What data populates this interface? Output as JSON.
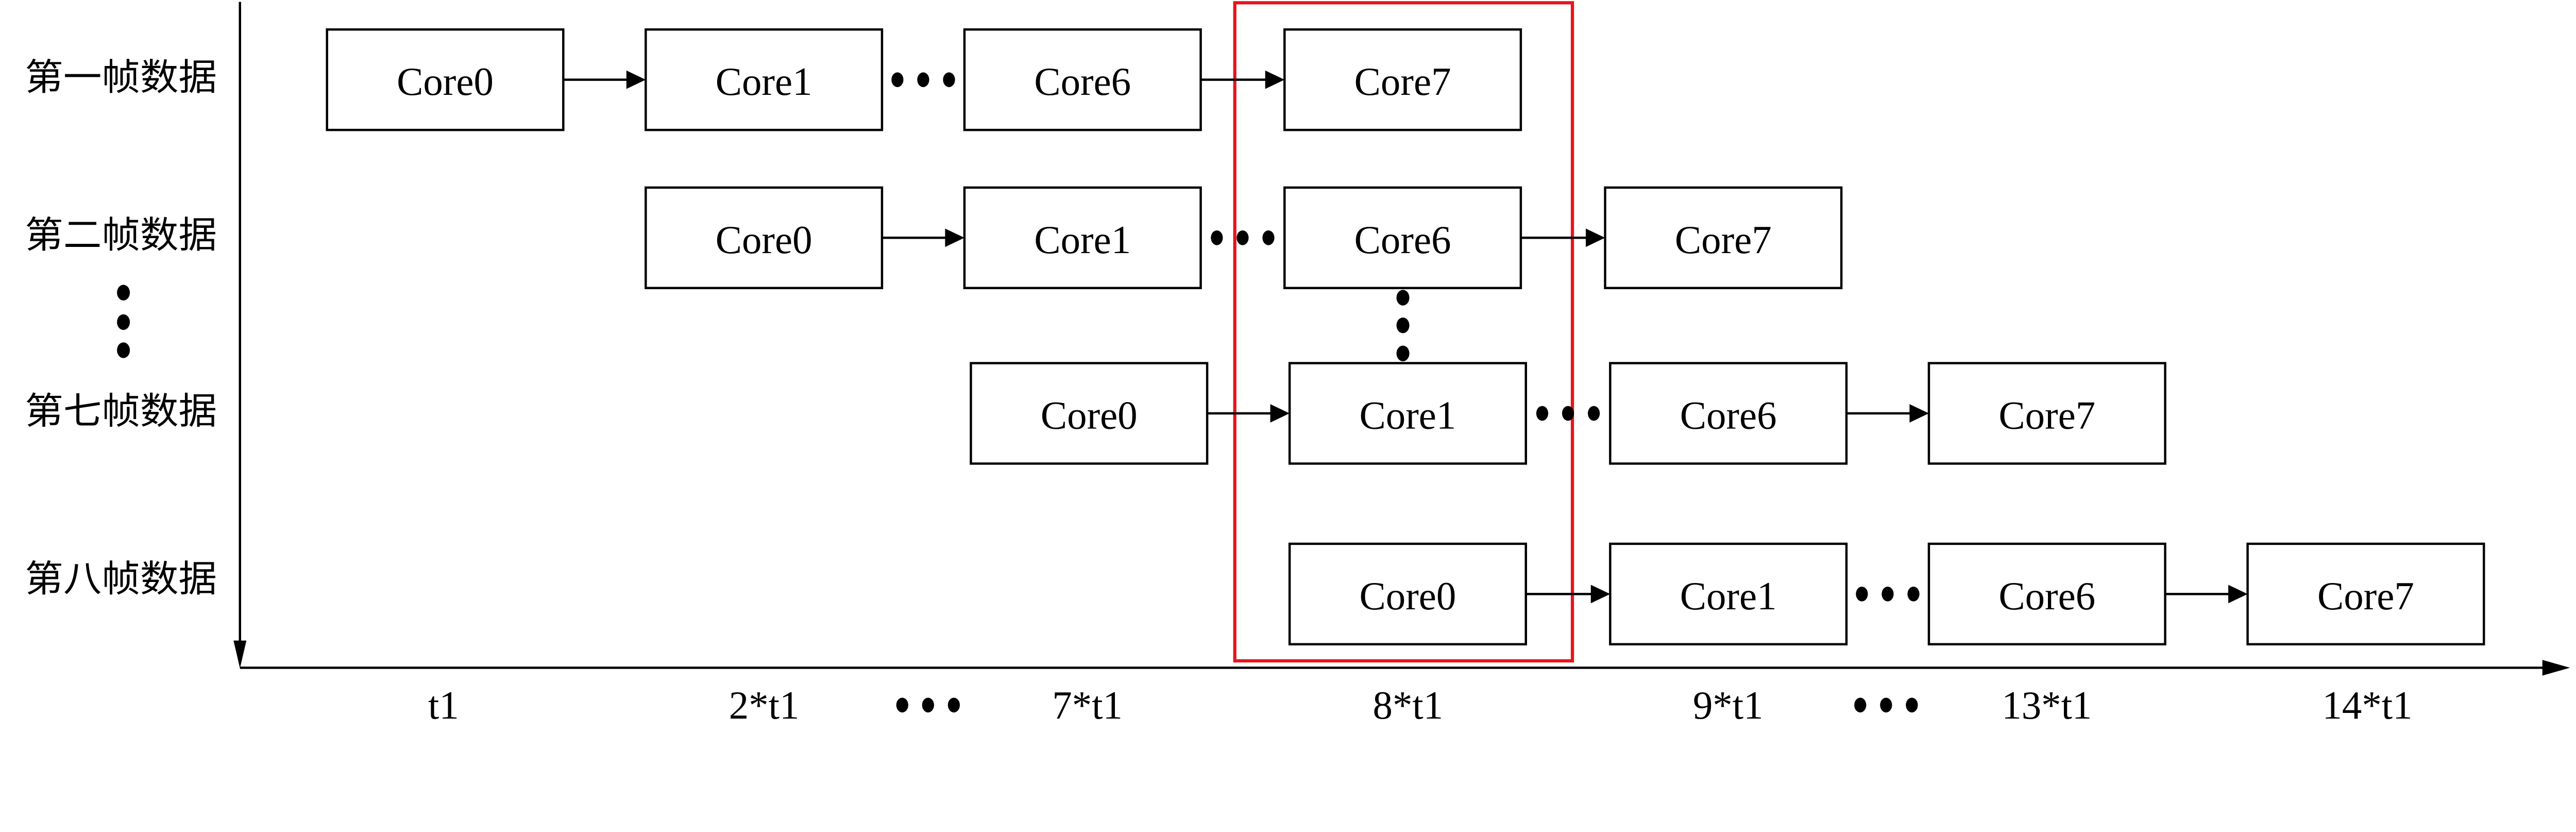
{
  "rows": [
    {
      "label": "第一帧数据",
      "cells": [
        "Core0",
        "Core1",
        "Core6",
        "Core7"
      ],
      "connectors": [
        "arrow",
        "dots",
        "arrow"
      ]
    },
    {
      "label": "第二帧数据",
      "cells": [
        "Core0",
        "Core1",
        "Core6",
        "Core7"
      ],
      "connectors": [
        "arrow",
        "dots",
        "arrow"
      ]
    },
    {
      "label": "第七帧数据",
      "cells": [
        "Core0",
        "Core1",
        "Core6",
        "Core7"
      ],
      "connectors": [
        "arrow",
        "dots",
        "arrow"
      ]
    },
    {
      "label": "第八帧数据",
      "cells": [
        "Core0",
        "Core1",
        "Core6",
        "Core7"
      ],
      "connectors": [
        "arrow",
        "dots",
        "arrow"
      ]
    }
  ],
  "time_axis": {
    "ticks": [
      "t1",
      "2*t1",
      "7*t1",
      "8*t1",
      "9*t1",
      "13*t1",
      "14*t1"
    ],
    "ellipsis_after": [
      "2*t1",
      "9*t1"
    ]
  },
  "highlight": {
    "tick": "8*t1",
    "color": "#e8141c"
  },
  "colors": {
    "line": "#000000",
    "highlight": "#e8141c"
  }
}
